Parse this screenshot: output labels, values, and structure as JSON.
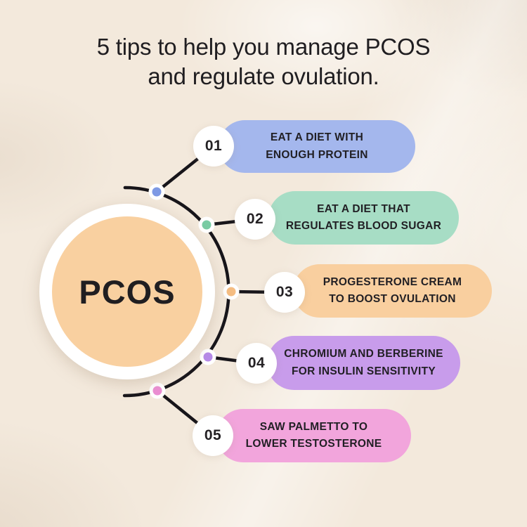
{
  "title": {
    "line1": "5 tips to help you manage PCOS",
    "line2": "and regulate ovulation."
  },
  "center": {
    "label": "PCOS",
    "fill_color": "#f9d0a0",
    "ring_color": "#ffffff"
  },
  "connector_color": "#17151a",
  "text_color": "#201e21",
  "background_color": "#f3e9dc",
  "tips": [
    {
      "number": "01",
      "lines": [
        "EAT A DIET WITH",
        "ENOUGH PROTEIN"
      ],
      "pill_color": "#a4b7ed",
      "dot_color": "#7e99e4"
    },
    {
      "number": "02",
      "lines": [
        "EAT A DIET THAT",
        "REGULATES BLOOD SUGAR"
      ],
      "pill_color": "#a7ddc5",
      "dot_color": "#79cba3"
    },
    {
      "number": "03",
      "lines": [
        "PROGESTERONE CREAM",
        "TO BOOST OVULATION"
      ],
      "pill_color": "#f9cf9f",
      "dot_color": "#f5bd82"
    },
    {
      "number": "04",
      "lines": [
        "CHROMIUM AND BERBERINE",
        "FOR INSULIN SENSITIVITY"
      ],
      "pill_color": "#c89ceb",
      "dot_color": "#b68ae8"
    },
    {
      "number": "05",
      "lines": [
        "SAW PALMETTO TO",
        "LOWER TESTOSTERONE"
      ],
      "pill_color": "#f2a5dc",
      "dot_color": "#eb8ed3"
    }
  ]
}
